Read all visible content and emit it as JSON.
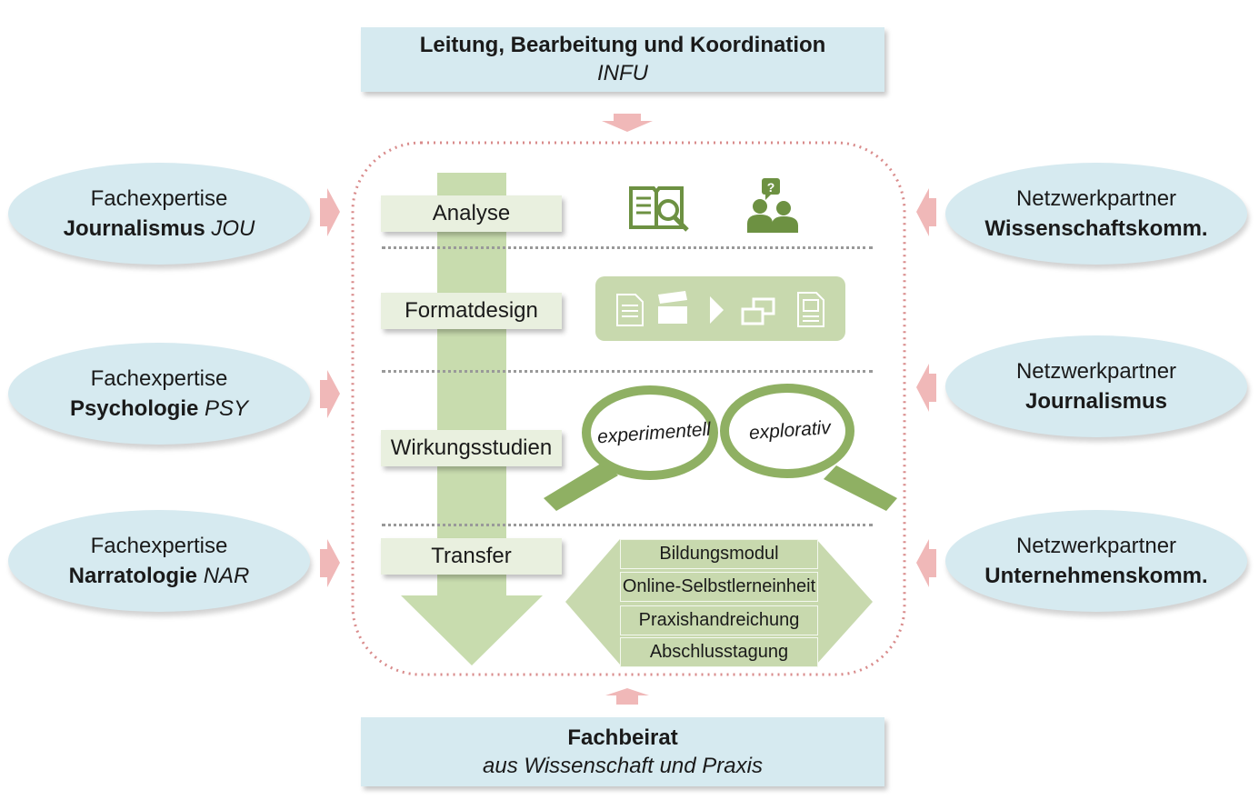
{
  "top": {
    "title": "Leitung, Bearbeitung und Koordination",
    "subtitle": "INFU"
  },
  "bottom": {
    "title": "Fachbeirat",
    "subtitle": "aus Wissenschaft und Praxis"
  },
  "left": [
    {
      "line1": "Fachexpertise",
      "bold": "Journalismus",
      "italic": "JOU"
    },
    {
      "line1": "Fachexpertise",
      "bold": "Psychologie",
      "italic": "PSY"
    },
    {
      "line1": "Fachexpertise",
      "bold": "Narratologie",
      "italic": "NAR"
    }
  ],
  "right": [
    {
      "line1": "Netzwerkpartner",
      "bold": "Wissenschaftskomm."
    },
    {
      "line1": "Netzwerkpartner",
      "bold": "Journalismus"
    },
    {
      "line1": "Netzwerkpartner",
      "bold": "Unternehmenskomm."
    }
  ],
  "steps": [
    "Analyse",
    "Formatdesign",
    "Wirkungsstudien",
    "Transfer"
  ],
  "lenses": [
    "experimentell",
    "explorativ"
  ],
  "outputs": [
    "Bildungsmodul",
    "Online-Selbstlerneinheit",
    "Praxishandreichung",
    "Abschlusstagung"
  ],
  "icons": {
    "analyse": [
      "book-magnifier-icon",
      "people-question-icon"
    ],
    "formatdesign": [
      "document-icon",
      "clapperboard-icon",
      "play-icon",
      "windows-icon",
      "image-document-icon"
    ]
  },
  "colors": {
    "box_blue": "#d6eaf0",
    "green_dark": "#7fa54f",
    "green_light": "#c8d9ae",
    "step_bg": "#e9f0df",
    "arrow_pink": "#f0b8b8",
    "frame_dots": "#d98b8b"
  }
}
